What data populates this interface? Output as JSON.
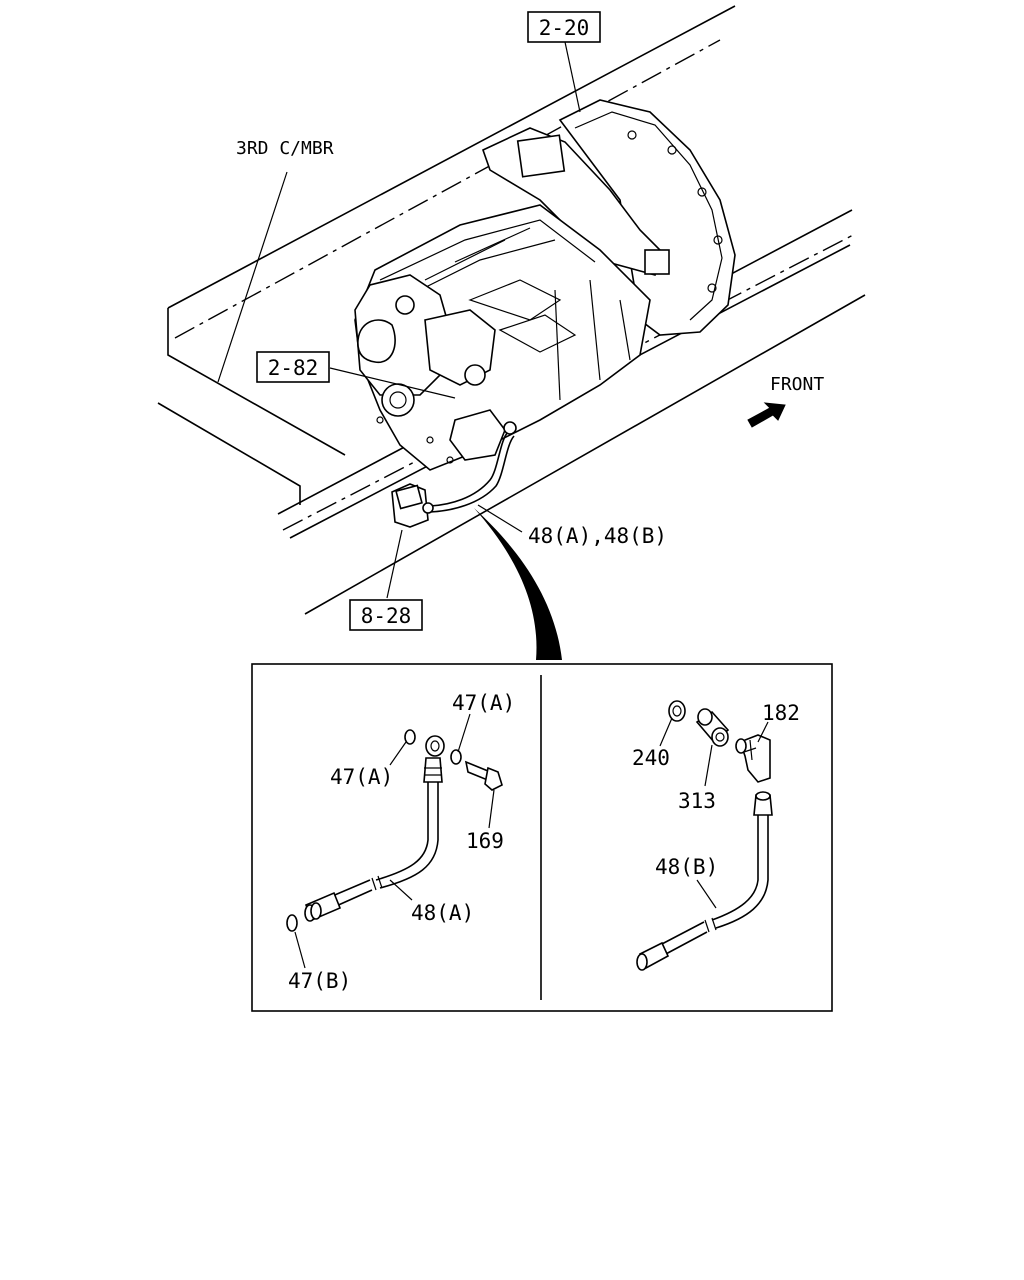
{
  "refs": {
    "r_2_20": "2-20",
    "r_2_82": "2-82",
    "r_8_28": "8-28"
  },
  "labels": {
    "member": "3RD C/MBR",
    "front": "FRONT",
    "hose_ab": "48(A),48(B)"
  },
  "detail_left": {
    "l47a_top": "47(A)",
    "l47a_left": "47(A)",
    "l169": "169",
    "l48a": "48(A)",
    "l47b": "47(B)"
  },
  "detail_right": {
    "l182": "182",
    "l240": "240",
    "l313": "313",
    "l48b": "48(B)"
  }
}
